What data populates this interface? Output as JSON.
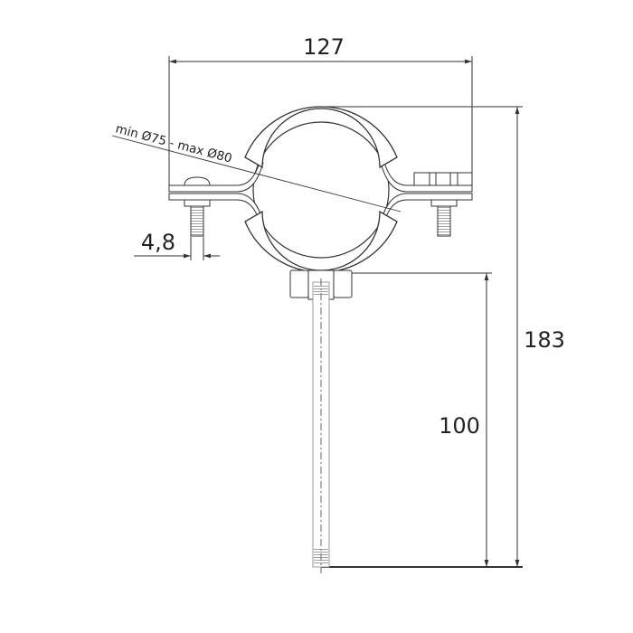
{
  "dimensions": {
    "width": "127",
    "height_total": "183",
    "rod_length": "100",
    "bolt_diameter": "4,8",
    "pipe_range": "min Ø75 - max Ø80"
  },
  "colors": {
    "line": "#333333",
    "background": "#ffffff"
  }
}
